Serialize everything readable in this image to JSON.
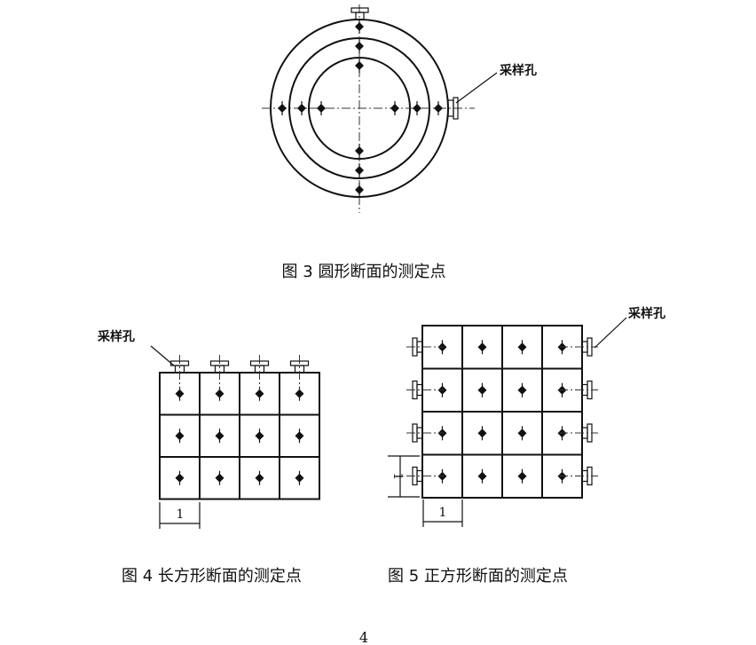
{
  "figure3": {
    "caption": "图 3 圆形断面的测定点",
    "port_label": "采样孔"
  },
  "figure4": {
    "caption": "图 4 长方形断面的测定点",
    "port_label": "采样孔",
    "dimension_label": "1",
    "rows": 3,
    "cols": 4
  },
  "figure5": {
    "caption": "图 5 正方形断面的测定点",
    "port_label": "采样孔",
    "dimension_label_horizontal": "1",
    "dimension_label_vertical": "1",
    "rows": 4,
    "cols": 4
  },
  "page_number": "4"
}
